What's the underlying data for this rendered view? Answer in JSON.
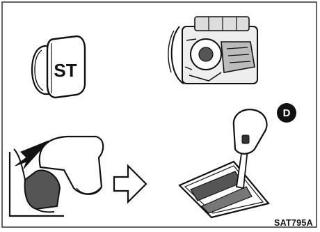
{
  "figure": {
    "key_label": "ST",
    "shift_position_label": "D",
    "reference_code": "SAT795A",
    "line_color": "#111111",
    "shade_color": "#555555",
    "steps": [
      {
        "name": "ignition-key",
        "icon": "key-icon"
      },
      {
        "name": "engine-start",
        "icon": "engine-icon"
      },
      {
        "name": "brake-pedal-press",
        "icon": "foot-on-pedal-icon"
      },
      {
        "name": "shift-to-drive",
        "icon": "shift-lever-icon"
      }
    ]
  }
}
